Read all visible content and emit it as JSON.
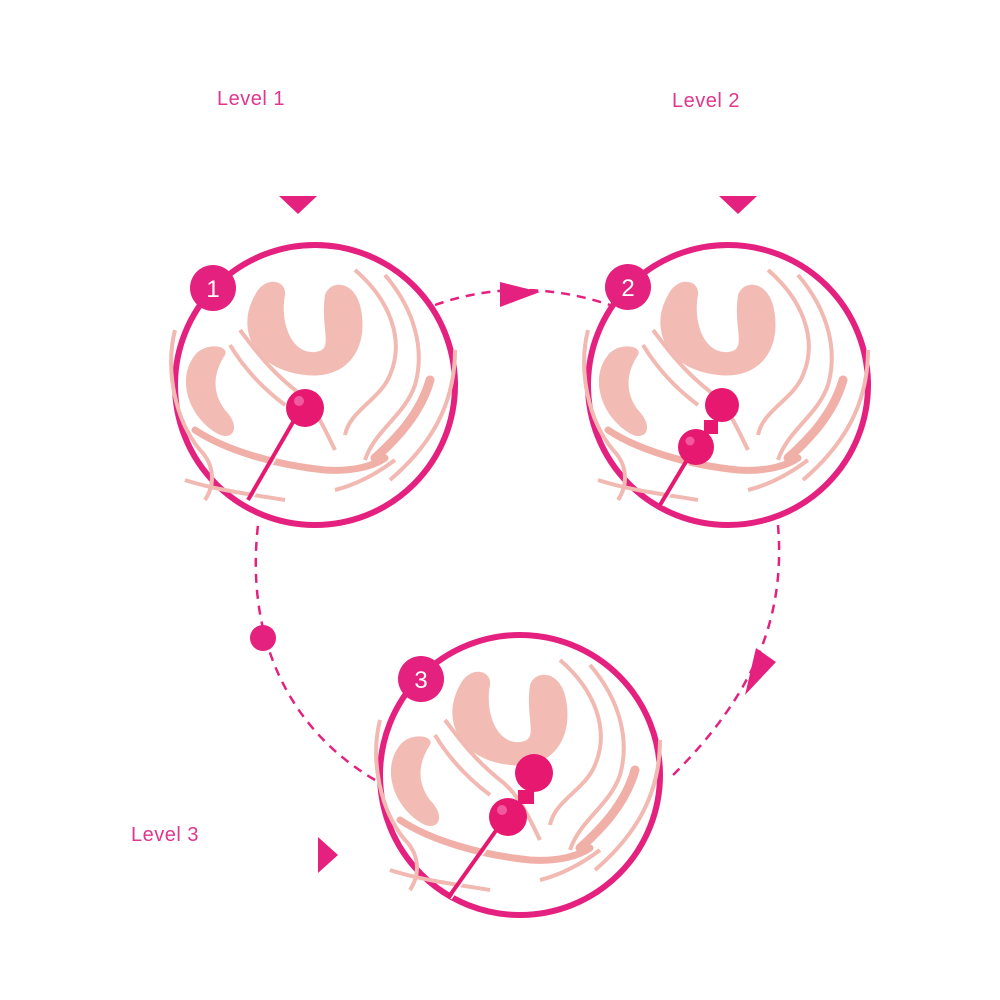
{
  "colors": {
    "accent": "#e5217f",
    "ring": "#e5217f",
    "anatomy_fill": "#f0b0a8",
    "anatomy_line": "#f1b9b2",
    "device": "#e6186f"
  },
  "levels": [
    {
      "label": "Level 1",
      "badge": "1",
      "balls": 1
    },
    {
      "label": "Level 2",
      "badge": "2",
      "balls": 2
    },
    {
      "label": "Level 3",
      "badge": "3",
      "balls": 2
    }
  ]
}
